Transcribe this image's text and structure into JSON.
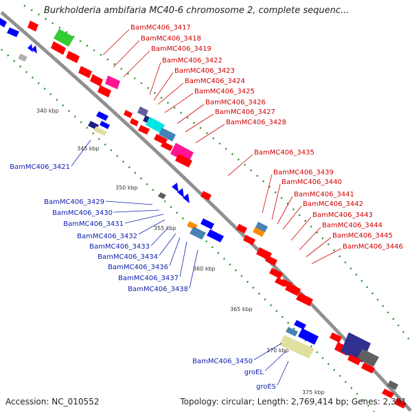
{
  "header": {
    "title": "Burkholderia ambifaria MC40-6 chromosome 2, complete sequenc..."
  },
  "footer": {
    "accession": "Accession: NC_010552",
    "summary": "Topology: circular; Length: 2,769,414 bp; Genes: 2,391"
  },
  "colors": {
    "backbone": "#909090",
    "forward_track": "#ff0000",
    "reverse_track": "#0000ff",
    "forward_label": "#d10000",
    "reverse_label": "#1020b0",
    "gc_dots": "#209020"
  },
  "ticks": [
    "340 kbp",
    "345 kbp",
    "350 kbp",
    "355 kbp",
    "360 kbp",
    "365 kbp",
    "370 kbp",
    "375 kbp"
  ],
  "labels_forward": [
    "BamMC406_3417",
    "BamMC406_3418",
    "BamMC406_3419",
    "BamMC406_3422",
    "BamMC406_3423",
    "BamMC406_3424",
    "BamMC406_3425",
    "BamMC406_3426",
    "BamMC406_3427",
    "BamMC406_3428",
    "BamMC406_3435",
    "BamMC406_3439",
    "BamMC406_3440",
    "BamMC406_3441",
    "BamMC406_3442",
    "BamMC406_3443",
    "BamMC406_3444",
    "BamMC406_3445",
    "BamMC406_3446"
  ],
  "labels_reverse": [
    "BamMC406_3421",
    "BamMC406_3429",
    "BamMC406_3430",
    "BamMC406_3431",
    "BamMC406_3432",
    "BamMC406_3433",
    "BamMC406_3434",
    "BamMC406_3436",
    "BamMC406_3437",
    "BamMC406_3438",
    "BamMC406_3450",
    "groEL",
    "groES"
  ]
}
